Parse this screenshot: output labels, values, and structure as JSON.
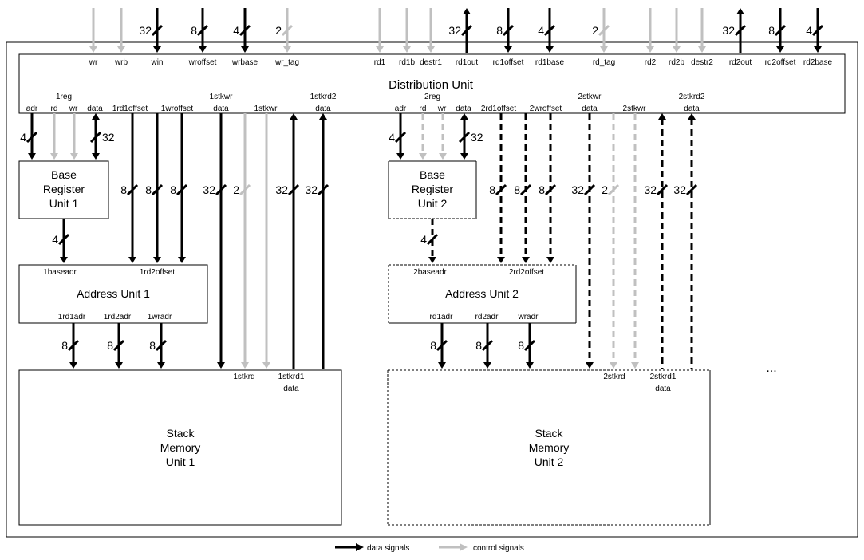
{
  "distribution_unit": {
    "title": "Distribution Unit",
    "top_signals": [
      {
        "label": "wr",
        "kind": "control"
      },
      {
        "label": "wrb",
        "kind": "control"
      },
      {
        "label": "win",
        "kind": "data",
        "width": "32"
      },
      {
        "label": "wroffset",
        "kind": "data",
        "width": "8"
      },
      {
        "label": "wrbase",
        "kind": "data",
        "width": "4"
      },
      {
        "label": "wr_tag",
        "kind": "control",
        "width": "2"
      },
      {
        "label": "rd1",
        "kind": "control"
      },
      {
        "label": "rd1b",
        "kind": "control"
      },
      {
        "label": "destr1",
        "kind": "control"
      },
      {
        "label": "rd1out",
        "kind": "data",
        "width": "32"
      },
      {
        "label": "rd1offset",
        "kind": "data",
        "width": "8"
      },
      {
        "label": "rd1base",
        "kind": "data",
        "width": "4"
      },
      {
        "label": "rd_tag",
        "kind": "control",
        "width": "2"
      },
      {
        "label": "rd2",
        "kind": "control"
      },
      {
        "label": "rd2b",
        "kind": "control"
      },
      {
        "label": "destr2",
        "kind": "control"
      },
      {
        "label": "rd2out",
        "kind": "data",
        "width": "32"
      },
      {
        "label": "rd2offset",
        "kind": "data",
        "width": "8"
      },
      {
        "label": "rd2base",
        "kind": "data",
        "width": "4"
      }
    ]
  },
  "unit1": {
    "ports": {
      "reg": "1reg",
      "adr": "adr",
      "rd": "rd",
      "wr": "wr",
      "data": "data",
      "rd1offset": "1rd1offset",
      "wroffset": "1wroffset",
      "stkwr_data_1": "1stkwr",
      "stkwr_data_2": "data",
      "stkwr": "1stkwr",
      "stkrd2_1": "1stkrd2",
      "stkrd2_2": "data"
    },
    "widths": {
      "adr": "4",
      "data": "32",
      "offset": "8",
      "stkdata": "32",
      "stkctl": "2",
      "baseadr": "4",
      "memadr": "8"
    },
    "base_register": [
      "Base",
      "Register",
      "Unit 1"
    ],
    "address_unit": {
      "title": "Address Unit 1",
      "in_baseadr": "1baseadr",
      "in_rd2offset": "1rd2offset",
      "out": [
        "1rd1adr",
        "1rd2adr",
        "1wradr"
      ]
    },
    "stack_memory": {
      "title": [
        "Stack",
        "Memory",
        "Unit 1"
      ],
      "stkrd": "1stkrd",
      "stkrd1": "1stkrd1",
      "stkrd1_data": "data"
    }
  },
  "unit2": {
    "ports": {
      "reg": "2reg",
      "adr": "adr",
      "rd": "rd",
      "wr": "wr",
      "data": "data",
      "rd1offset": "2rd1offset",
      "wroffset": "2wroffset",
      "stkwr_data_1": "2stkwr",
      "stkwr_data_2": "data",
      "stkwr": "2stkwr",
      "stkrd2_1": "2stkrd2",
      "stkrd2_2": "data"
    },
    "widths": {
      "adr": "4",
      "data": "32",
      "offset": "8",
      "stkdata": "32",
      "stkctl": "2",
      "baseadr": "4",
      "memadr": "8"
    },
    "base_register": [
      "Base",
      "Register",
      "Unit 2"
    ],
    "address_unit": {
      "title": "Address Unit 2",
      "in_baseadr": "2baseadr",
      "in_rd2offset": "2rd2offset",
      "out": [
        "rd1adr",
        "rd2adr",
        "wradr"
      ]
    },
    "stack_memory": {
      "title": [
        "Stack",
        "Memory",
        "Unit 2"
      ],
      "stkrd": "2stkrd",
      "stkrd1": "2stkrd1",
      "stkrd1_data": "data"
    }
  },
  "ellipsis": "...",
  "legend": {
    "data": "data signals",
    "control": "control signals"
  },
  "colors": {
    "data": "#000000",
    "control": "#c0c0c0"
  }
}
